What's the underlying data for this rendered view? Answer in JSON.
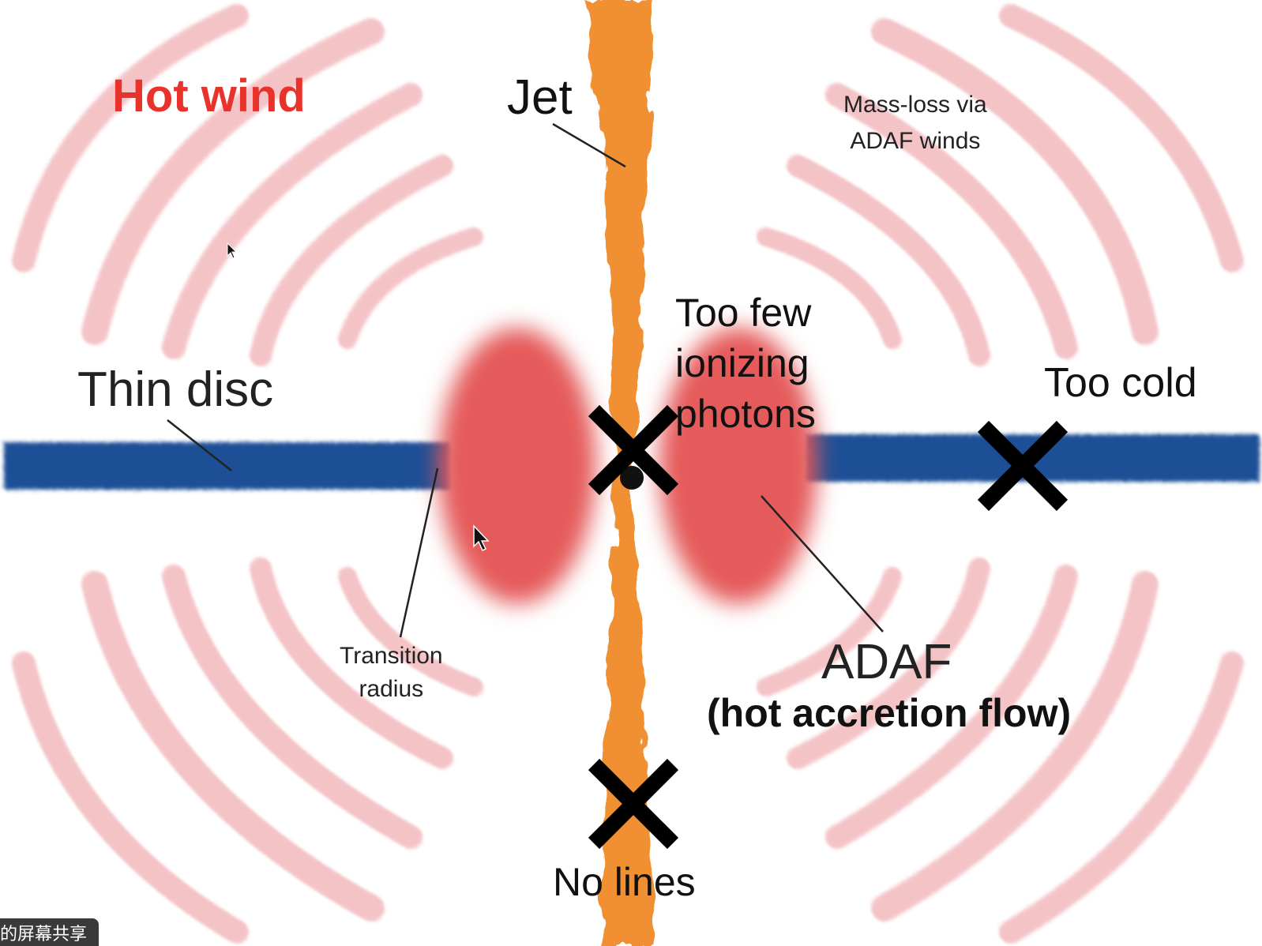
{
  "labels": {
    "hot_wind": "Hot wind",
    "jet": "Jet",
    "mass_loss_line1": "Mass-loss via",
    "mass_loss_line2": "ADAF winds",
    "too_few_line1": "Too few",
    "too_few_line2": "ionizing",
    "too_few_line3": "photons",
    "thin_disc": "Thin disc",
    "too_cold": "Too cold",
    "transition_line1": "Transition",
    "transition_line2": "radius",
    "adaf": "ADAF",
    "adaf_sub": "(hot accretion flow)",
    "no_lines": "No lines"
  },
  "overlay": {
    "share_tab": "的屏幕共享"
  },
  "colors": {
    "hot_wind_text": "#e8332d",
    "disc_blue": "#1f4f96",
    "adaf_red": "#e55a5a",
    "jet_orange": "#f09030",
    "wind_pink": "#f2b9bd",
    "cross": "#000000"
  },
  "icons": [
    "cross-mark-icon",
    "mouse-cursor-icon",
    "black-hole-icon"
  ]
}
